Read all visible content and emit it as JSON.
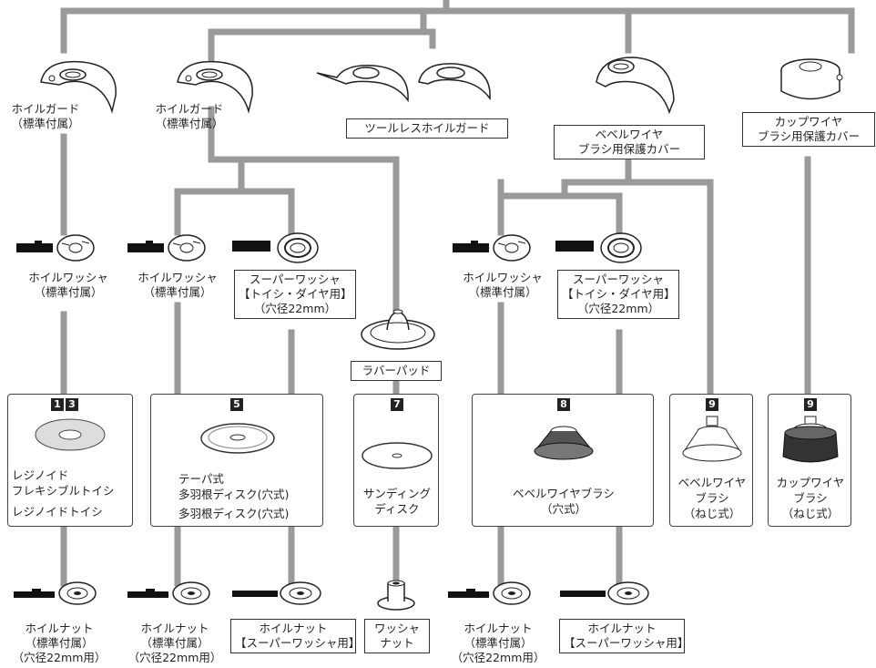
{
  "guards": {
    "hoil_guard_1": [
      "ホイルガード",
      "（標準付属）"
    ],
    "hoil_guard_2": [
      "ホイルガード",
      "（標準付属）"
    ],
    "toolless": "ツールレスホイルガード",
    "bevel_cover": [
      "ベベルワイヤ",
      "ブラシ用保護カバー"
    ],
    "cup_cover": [
      "カップワイヤ",
      "ブラシ用保護カバー"
    ]
  },
  "washers": {
    "w1": [
      "ホイルワッシャ",
      "（標準付属）"
    ],
    "w2": [
      "ホイルワッシャ",
      "（標準付属）"
    ],
    "super1": [
      "スーパーワッシャ",
      "【トイシ・ダイヤ用】",
      "（穴径22mm）"
    ],
    "w3": [
      "ホイルワッシャ",
      "（標準付属）"
    ],
    "super2": [
      "スーパーワッシャ",
      "【トイシ・ダイヤ用】",
      "（穴径22mm）"
    ]
  },
  "rubber_pad": "ラバーパッド",
  "panels": {
    "p1": {
      "badges": [
        "1",
        "3"
      ],
      "lines": [
        "レジノイド",
        "フレキシブルトイシ",
        "レジノイドトイシ"
      ]
    },
    "p5": {
      "badges": [
        "5"
      ],
      "lines": [
        "テーパ式",
        "多羽根ディスク(穴式)",
        "多羽根ディスク(穴式)"
      ]
    },
    "p7": {
      "badges": [
        "7"
      ],
      "lines": [
        "サンディング",
        "ディスク"
      ]
    },
    "p8": {
      "badges": [
        "8"
      ],
      "lines": [
        "ベベルワイヤブラシ",
        "（穴式）"
      ]
    },
    "p9a": {
      "badges": [
        "9"
      ],
      "lines": [
        "ベベルワイヤ",
        "ブラシ",
        "（ねじ式）"
      ]
    },
    "p9b": {
      "badges": [
        "9"
      ],
      "lines": [
        "カップワイヤ",
        "ブラシ",
        "（ねじ式）"
      ]
    }
  },
  "nuts": {
    "n1": [
      "ホイルナット",
      "（標準付属）",
      "（穴径22mm用）"
    ],
    "n2": [
      "ホイルナット",
      "（標準付属）",
      "（穴径22mm用）"
    ],
    "n3": [
      "ホイルナット",
      "【スーパーワッシャ用】"
    ],
    "n4": [
      "ワッシャ",
      "ナット"
    ],
    "n5": [
      "ホイルナット",
      "（標準付属）",
      "（穴径22mm用）"
    ],
    "n6": [
      "ホイルナット",
      "【スーパーワッシャ用】"
    ]
  },
  "colors": {
    "line": "#9a9a9a",
    "badge": "#222222",
    "border": "#333333"
  }
}
